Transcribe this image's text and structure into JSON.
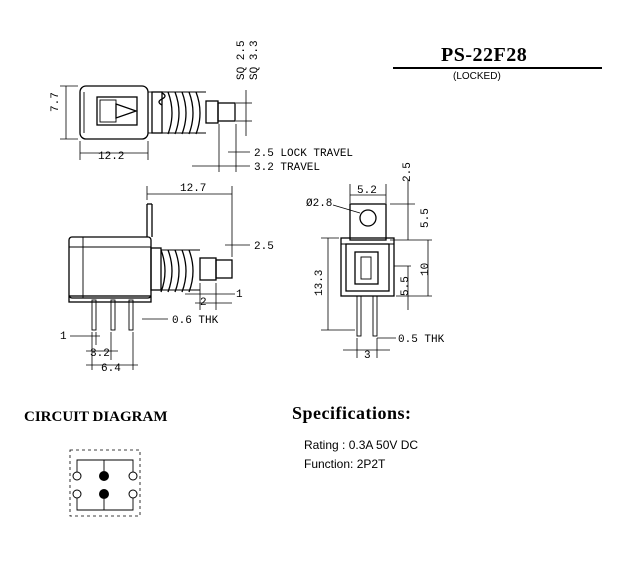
{
  "header": {
    "model": "PS-22F28",
    "variant": "(LOCKED)"
  },
  "top_view": {
    "width": "12.2",
    "height": "7.7",
    "sq_small": "SQ 2.5",
    "sq_large": "SQ 3.3",
    "lock_travel": "2.5 LOCK TRAVEL",
    "travel": "3.2 TRAVEL"
  },
  "side_view": {
    "length": "12.7",
    "offset": "2.5",
    "dim_2": "2",
    "dim_1_right": "1",
    "thickness": "0.6 THK",
    "dim_1_left": "1",
    "pitch": "3.2",
    "span": "6.4"
  },
  "front_view": {
    "hole": "Ø2.8",
    "width": "5.2",
    "top": "2.5",
    "dim_5_5_top": "5.5",
    "height": "13.3",
    "dim_10": "10",
    "dim_5_5_bottom": "5.5",
    "pin_pitch": "3",
    "thickness": "0.5 THK"
  },
  "circuit": {
    "title": "CIRCUIT DIAGRAM"
  },
  "specs": {
    "title": "Specifications:",
    "rating": "Rating : 0.3A 50V DC",
    "function": "Function: 2P2T"
  }
}
